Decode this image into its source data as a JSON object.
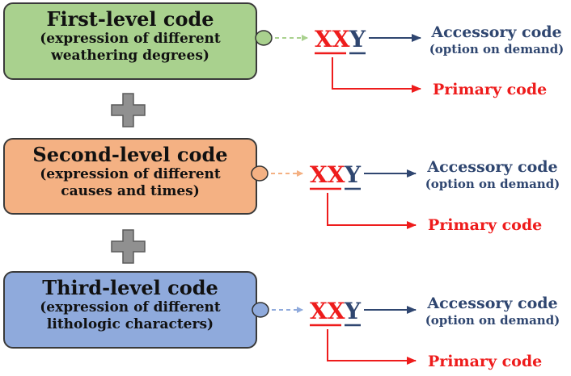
{
  "colors": {
    "green": "#a9d18e",
    "orange": "#f4b183",
    "blue": "#8faadc",
    "red": "#ee1c1c",
    "navy": "#2f4670",
    "plus_fill": "#909090"
  },
  "levels": [
    {
      "title": "First-level code",
      "desc1": "(expression of different",
      "desc2": "weathering degrees)",
      "code_primary": "XX",
      "code_accessory": "Y",
      "accessory_label": "Accessory code",
      "accessory_note": "(option on demand)",
      "primary_label": "Primary code"
    },
    {
      "title": "Second-level code",
      "desc1": "(expression of different",
      "desc2": "causes and times)",
      "code_primary": "XX",
      "code_accessory": "Y",
      "accessory_label": "Accessory code",
      "accessory_note": "(option on demand)",
      "primary_label": "Primary code"
    },
    {
      "title": "Third-level code",
      "desc1": "(expression of different",
      "desc2": "lithologic characters)",
      "code_primary": "XX",
      "code_accessory": "Y",
      "accessory_label": "Accessory code",
      "accessory_note": "(option on demand)",
      "primary_label": "Primary code"
    }
  ]
}
